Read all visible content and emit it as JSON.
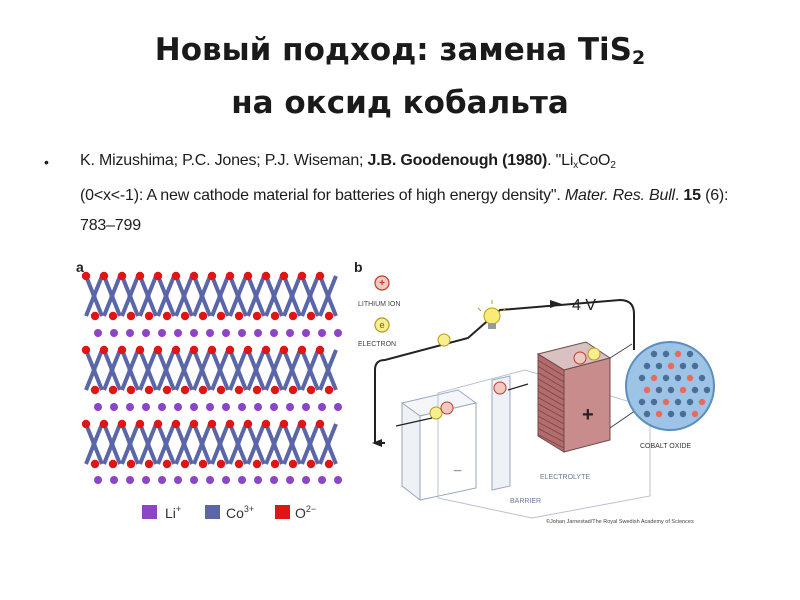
{
  "slide": {
    "title_line1": "Новый подход: замена TiS",
    "title_sub": "2",
    "title_line2": "на оксид кобальта"
  },
  "citation": {
    "authors": "K. Mizushima; P.C. Jones; P.J. Wiseman; ",
    "lead_author_year": "J.B. Goodenough (1980)",
    "sep1": ". \"Li",
    "formula_sub_x": "x",
    "formula_rest": "CoO",
    "formula_sub_2": "2",
    "title_rest": " (0<x<-1): A new cathode material for batteries of high energy density\". ",
    "journal": "Mater. Res. Bull",
    "sep2": ". ",
    "volume": "15",
    "pages": " (6): 783–799"
  },
  "figure_a": {
    "panel_label": "a",
    "legend": [
      {
        "symbol": "Li",
        "charge": "+",
        "color": "#8e44c9"
      },
      {
        "symbol": "Co",
        "charge": "3+",
        "color": "#5a66a8"
      },
      {
        "symbol": "O",
        "charge": "2−",
        "color": "#e01515"
      }
    ]
  },
  "figure_b": {
    "panel_label": "b",
    "voltage": "4 V",
    "legend_lithium": "LITHIUM ION",
    "legend_electron": "ELECTRON",
    "label_cobalt_oxide": "COBALT OXIDE",
    "label_electrolyte": "ELECTROLYTE",
    "label_barrier": "BARRIER",
    "credit": "©Johan Jarnestad/The Royal Swedish Academy of Sciences",
    "minus_sign": "−",
    "plus_sign": "+",
    "ion_glyph": "+",
    "electron_glyph": "e"
  }
}
